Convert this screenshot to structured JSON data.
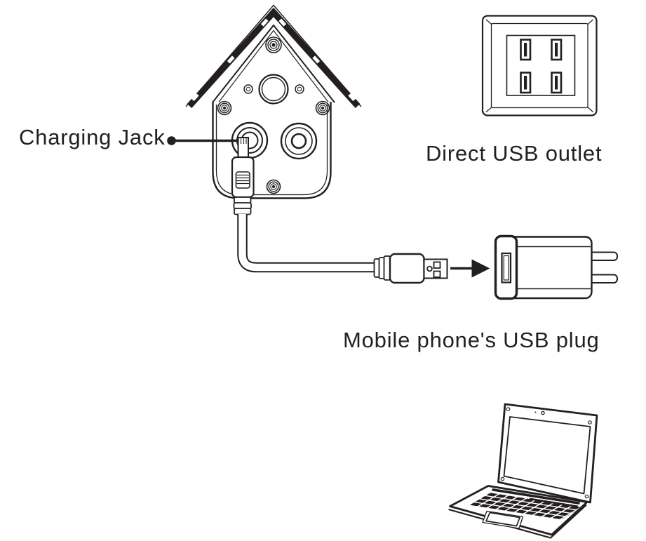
{
  "diagram": {
    "labels": {
      "charging_jack": "Charging Jack",
      "direct_usb_outlet": "Direct USB outlet",
      "mobile_phone_usb_plug": "Mobile phone's USB plug"
    },
    "icons": [
      "birdhouse-device-back-icon",
      "charging-jack-leader-dot-icon",
      "usb-cable-icon",
      "usb-a-connector-icon",
      "arrow-right-icon",
      "usb-power-adapter-icon",
      "usb-wall-outlet-icon",
      "laptop-icon"
    ],
    "colors": {
      "line": "#231f20",
      "background": "#ffffff"
    }
  }
}
